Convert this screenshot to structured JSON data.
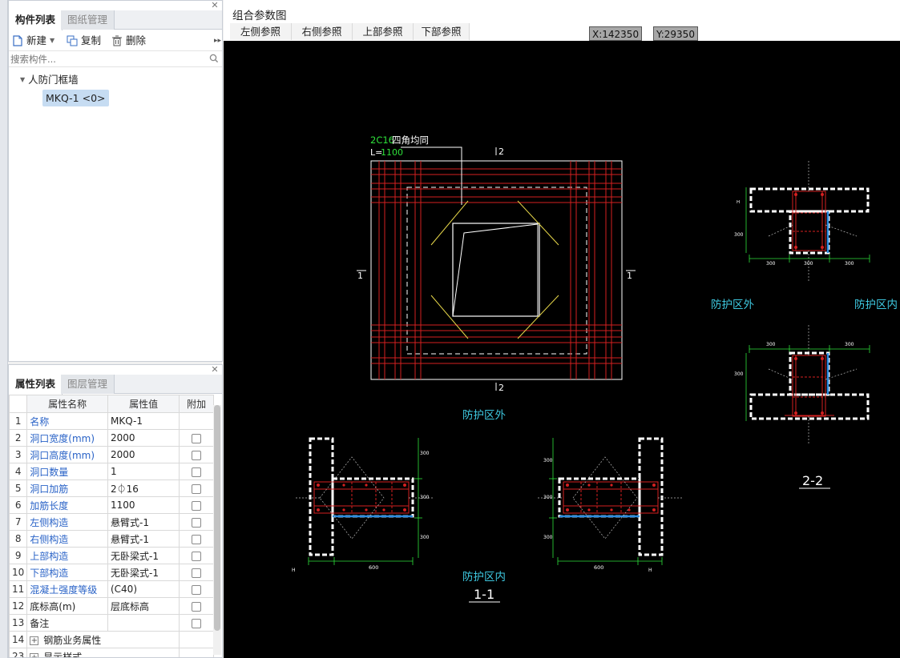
{
  "component_panel": {
    "tabs": [
      "构件列表",
      "图纸管理"
    ],
    "toolbar": {
      "new_label": "新建",
      "copy_label": "复制",
      "delete_label": "删除"
    },
    "search_placeholder": "搜索构件...",
    "tree": {
      "group": "人防门框墙",
      "item": "MKQ-1 <0>"
    }
  },
  "property_panel": {
    "tabs": [
      "属性列表",
      "图层管理"
    ],
    "headers": [
      "属性名称",
      "属性值",
      "附加"
    ],
    "rows": [
      {
        "idx": "1",
        "name": "名称",
        "value": "MKQ-1",
        "check": false
      },
      {
        "idx": "2",
        "name": "洞口宽度(mm)",
        "value": "2000",
        "check": true
      },
      {
        "idx": "3",
        "name": "洞口高度(mm)",
        "value": "2000",
        "check": true
      },
      {
        "idx": "4",
        "name": "洞口数量",
        "value": "1",
        "check": true
      },
      {
        "idx": "5",
        "name": "洞口加筋",
        "value": "2⏀16",
        "check": true
      },
      {
        "idx": "6",
        "name": "加筋长度",
        "value": "1100",
        "check": true
      },
      {
        "idx": "7",
        "name": "左侧构造",
        "value": "悬臂式-1",
        "check": true
      },
      {
        "idx": "8",
        "name": "右侧构造",
        "value": "悬臂式-1",
        "check": true
      },
      {
        "idx": "9",
        "name": "上部构造",
        "value": "无卧梁式-1",
        "check": true
      },
      {
        "idx": "10",
        "name": "下部构造",
        "value": "无卧梁式-1",
        "check": true
      },
      {
        "idx": "11",
        "name": "混凝土强度等级",
        "value": "(C40)",
        "check": true
      },
      {
        "idx": "12",
        "name": "底标高(m)",
        "value": "层底标高",
        "check": true,
        "plain": true
      },
      {
        "idx": "13",
        "name": "备注",
        "value": "",
        "check": true,
        "plain": true
      },
      {
        "idx": "14",
        "name": "钢筋业务属性",
        "value": "",
        "group": true
      },
      {
        "idx": "23",
        "name": "显示样式",
        "value": "",
        "group": true
      }
    ]
  },
  "drawing": {
    "title": "组合参数图",
    "ref_tabs": [
      "左侧参照",
      "右侧参照",
      "上部参照",
      "下部参照"
    ],
    "coord_x": "X:142350",
    "coord_y": "Y:29350",
    "labels": {
      "rebar_note": "2C16",
      "rebar_note2": "四角均同",
      "len_prefix": "L=",
      "len_value": "1100",
      "sec_mark_1": "1",
      "sec_mark_2": "2",
      "outside_main": "防护区外",
      "inside_main": "防护区内",
      "outside_right": "防护区外",
      "inside_right": "防护区内",
      "section_1": "1-1",
      "section_2": "2-2",
      "dim_300": "300",
      "dim_600": "600",
      "dim_h": "H"
    }
  }
}
